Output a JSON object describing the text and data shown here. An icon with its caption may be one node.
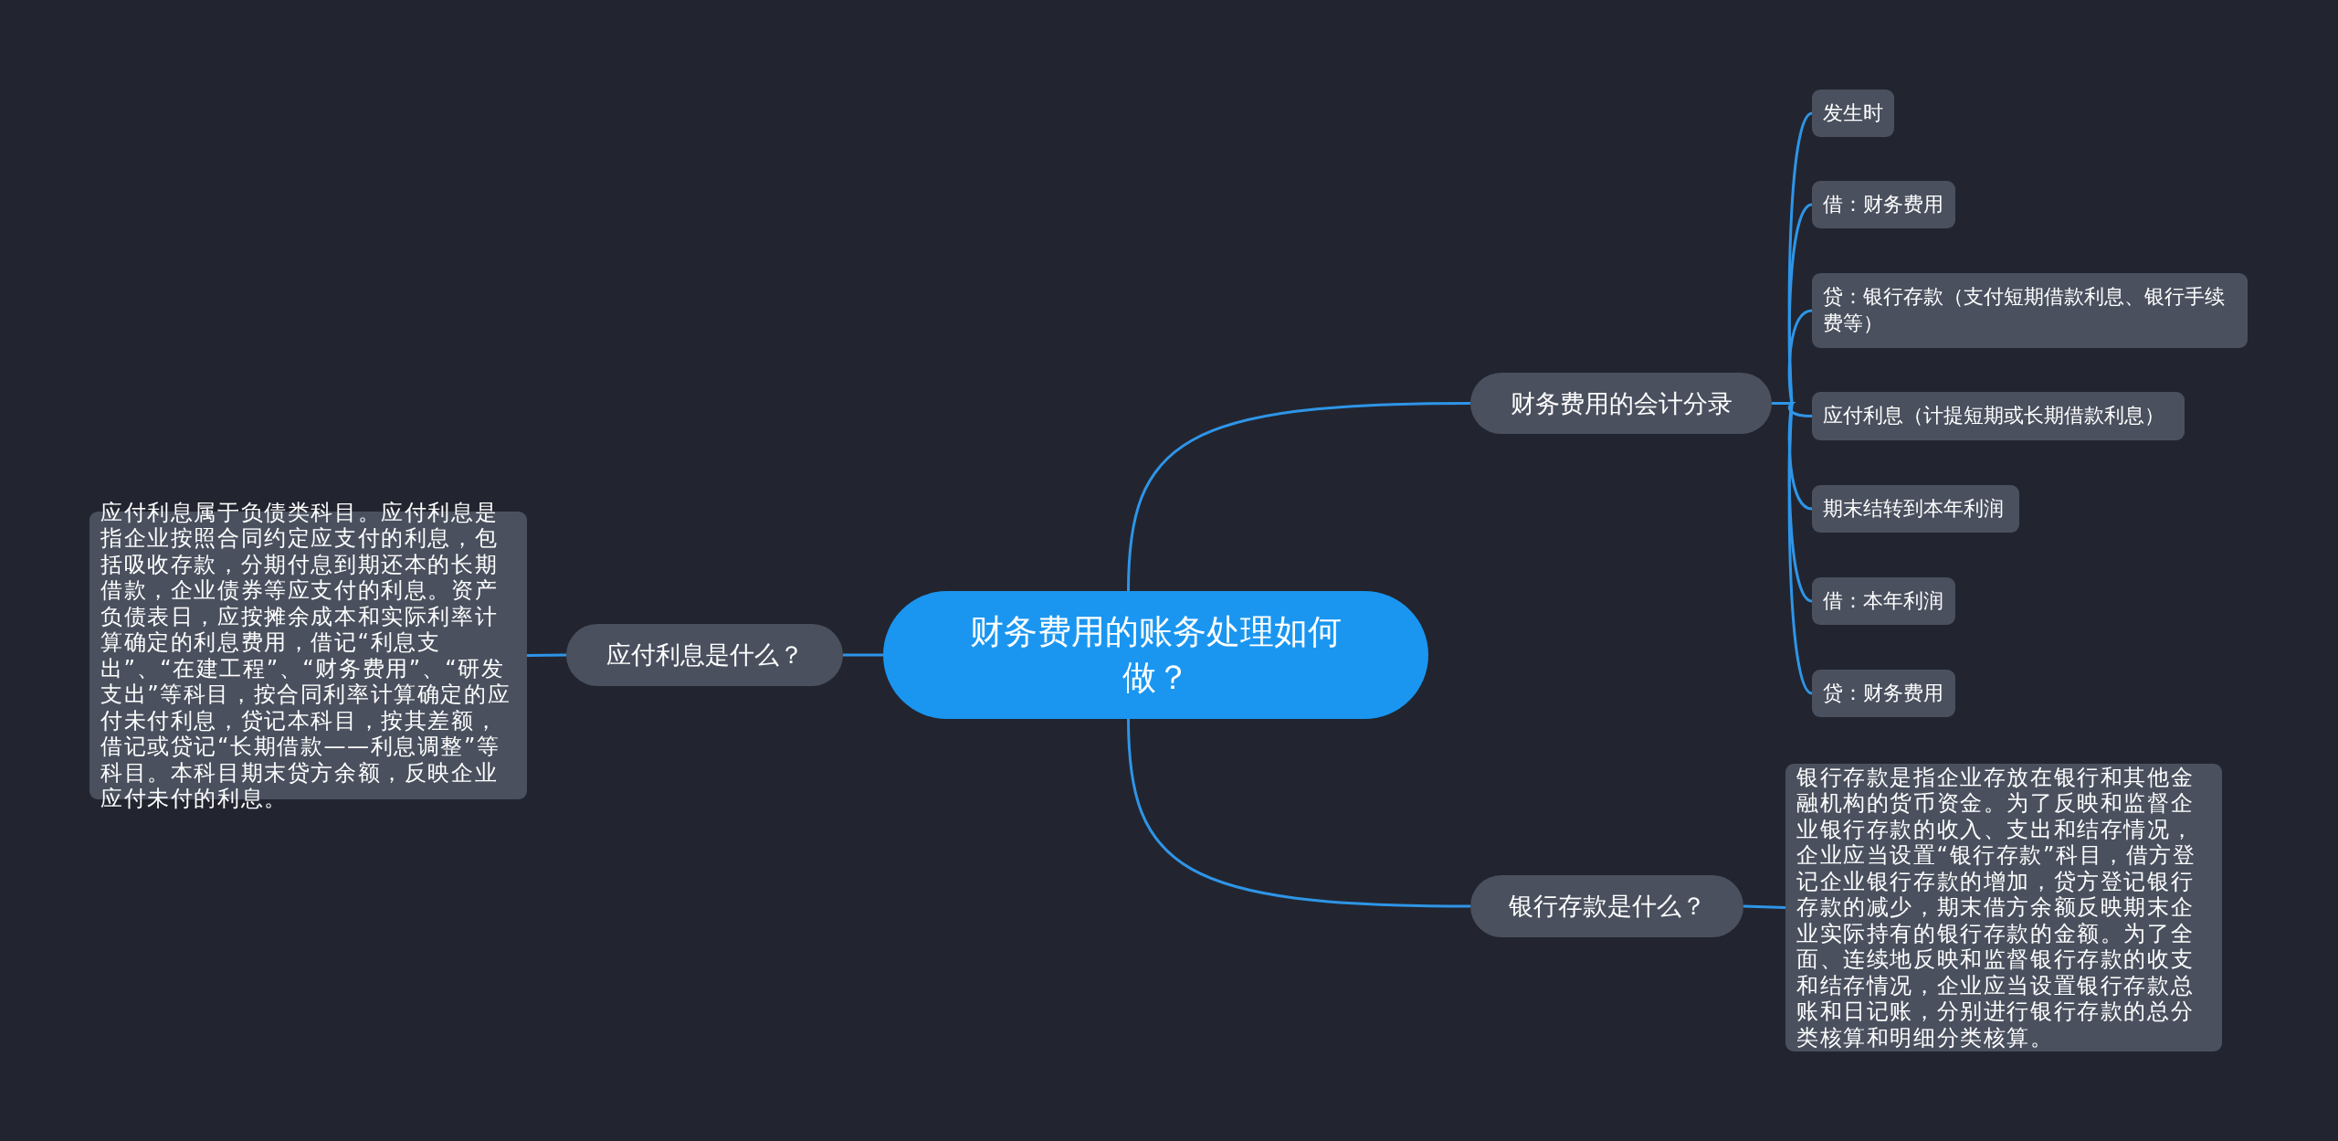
{
  "diagram": {
    "nodes": [
      {
        "text": [
          "财务费用的账务处理如何做？"
        ]
      },
      {
        "text": [
          "财务费用的会计分录"
        ]
      },
      {
        "text": [
          "发生时"
        ]
      },
      {
        "text": [
          "借：财务费用"
        ]
      },
      {
        "text": [
          "贷：银行存款（支付短期借款利息、银行手续费等）"
        ]
      },
      {
        "text": [
          "应付利息（计提短期或长期借款利息）"
        ]
      },
      {
        "text": [
          "期末结转到本年利润"
        ]
      },
      {
        "text": [
          "借：本年利润"
        ]
      },
      {
        "text": [
          "贷：财务费用"
        ]
      },
      {
        "text": [
          "银行存款是什么？"
        ]
      },
      {
        "text": [
          "银行存款是指企业存放在银行和其他金融机构的货币资金。为了反映和监督企业银行存款的收入、支出和结存情况，企业应当设置“银行存款”科目，借方登记企业银行存款的增加，贷方登记银行存款的减少，期末借方余额反映期末企业实际持有的银行存款的金额。为了全面、连续地反映和监督银行存款的收支和结存情况，企业应当设置银行存款总账和日记账，分别进行银行存款的总分类核算和明细分类核算。"
        ]
      },
      {
        "text": [
          "应付利息是什么？"
        ]
      },
      {
        "text": [
          "应付利息属于负债类科目。应付利息是指企业按照合同约定应支付的利息，包括吸收存款，分期付息到期还本的长期借款，企业债券等应支付的利息。资产负债表日，应按摊余成本和实际利率计算确定的利息费用，借记“利息支出”、“在建工程”、“财务费用”、“研发支出”等科目，按合同利率计算确定的应付未付利息，贷记本科目，按其差额，借记或贷记“长期借款——利息调整”等科目。本科目期末贷方余额，反映企业应付未付的利息。"
        ]
      }
    ],
    "edges": [
      {
        "from": 0,
        "to": 1,
        "arrow": "none"
      },
      {
        "from": 1,
        "to": 2,
        "arrow": "none"
      },
      {
        "from": 1,
        "to": 3,
        "arrow": "none"
      },
      {
        "from": 1,
        "to": 4,
        "arrow": "none"
      },
      {
        "from": 1,
        "to": 5,
        "arrow": "none"
      },
      {
        "from": 1,
        "to": 6,
        "arrow": "none"
      },
      {
        "from": 1,
        "to": 7,
        "arrow": "none"
      },
      {
        "from": 1,
        "to": 8,
        "arrow": "none"
      },
      {
        "from": 0,
        "to": 9,
        "arrow": "none"
      },
      {
        "from": 9,
        "to": 10,
        "arrow": "none"
      },
      {
        "from": 0,
        "to": 11,
        "arrow": "none"
      },
      {
        "from": 11,
        "to": 12,
        "arrow": "none"
      }
    ]
  }
}
